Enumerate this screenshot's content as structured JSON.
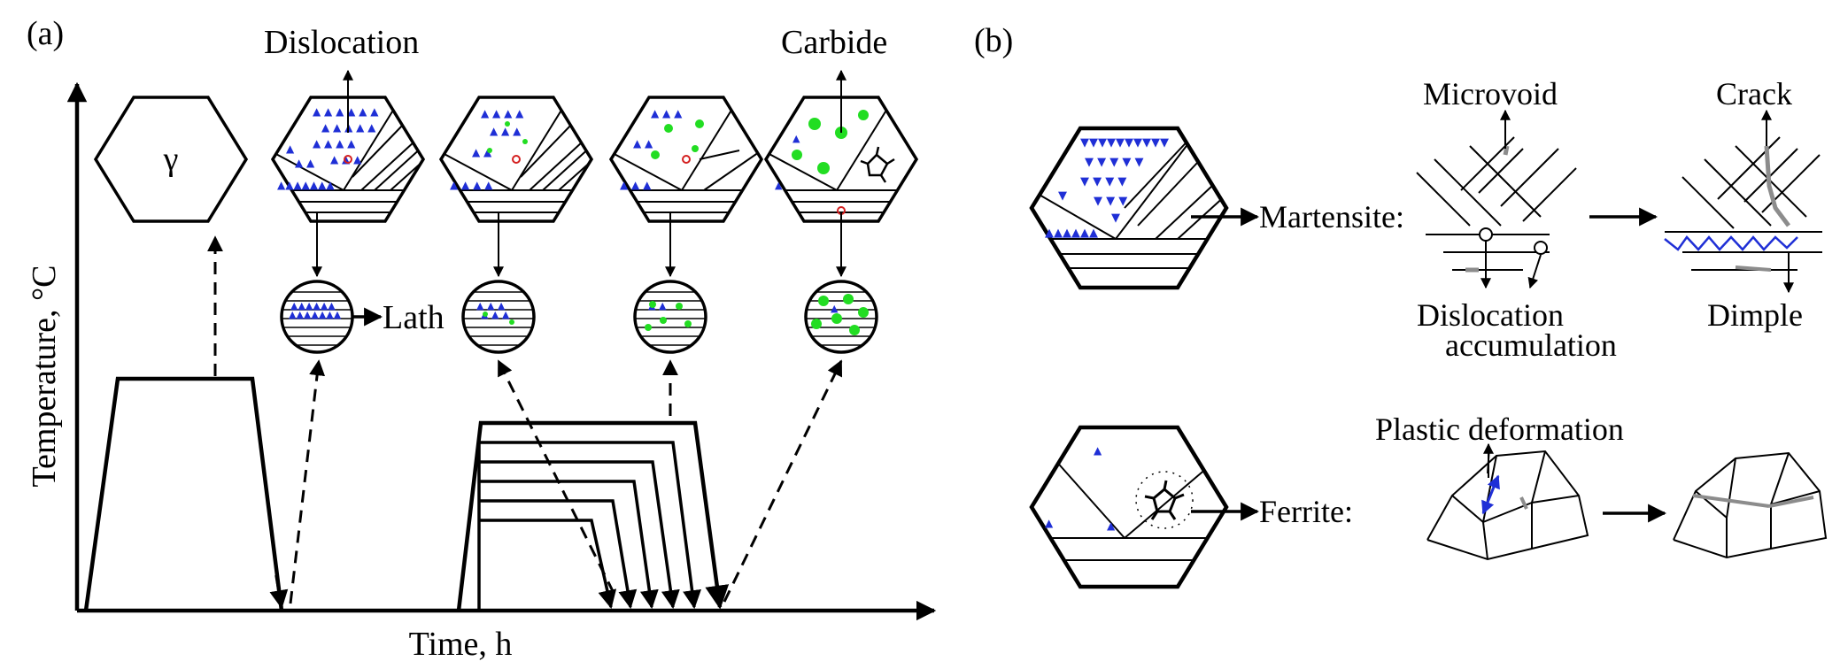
{
  "panel_a": {
    "tag": "(a)",
    "y_axis_label": "Temperature, °C",
    "x_axis_label": "Time, h",
    "austenite_symbol": "γ",
    "dislocation_label": "Dislocation",
    "carbide_label": "Carbide",
    "lath_label": "Lath"
  },
  "panel_b": {
    "tag": "(b)",
    "martensite_label": "Martensite:",
    "ferrite_label": "Ferrite:",
    "microvoid_label": "Microvoid",
    "crack_label": "Crack",
    "dislocation_accumulation_line1": "Dislocation",
    "dislocation_accumulation_line2": "accumulation",
    "dimple_label": "Dimple",
    "plastic_deformation_label": "Plastic deformation"
  },
  "colors": {
    "dislocation": "#1f2fd6",
    "carbide": "#22dd22",
    "outline": "#000000",
    "trace": "#8c8c8c",
    "void_marker": "#d42020"
  }
}
